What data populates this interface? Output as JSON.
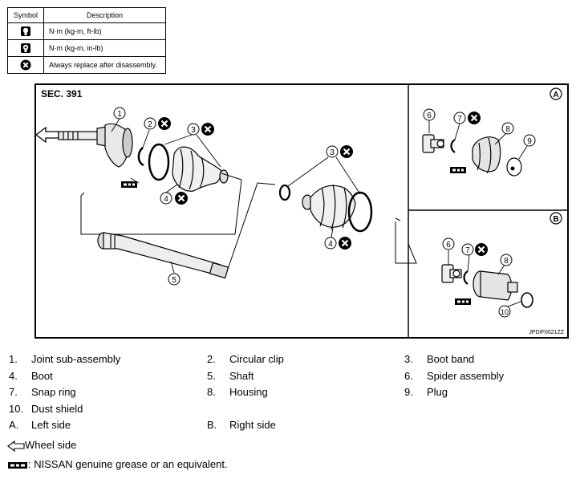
{
  "legend": {
    "header_symbol": "Symbol",
    "header_description": "Description",
    "rows": [
      {
        "icon": "torque-wrench-icon",
        "description": "N·m (kg-m, ft-lb)"
      },
      {
        "icon": "torque-wrench-small-icon",
        "description": "N·m (kg-m, in-lb)"
      },
      {
        "icon": "replace-x-icon",
        "description": "Always replace after disassembly."
      }
    ]
  },
  "diagram": {
    "section": "SEC. 391",
    "panel_a": "A",
    "panel_b": "B",
    "code": "JPDIF0021ZZ",
    "callouts": {
      "c1": "1",
      "c2": "2",
      "c3a": "3",
      "c3b": "3",
      "c4a": "4",
      "c4b": "4",
      "c5": "5",
      "c6a": "6",
      "c6b": "6",
      "c7a": "7",
      "c7b": "7",
      "c8a": "8",
      "c8b": "8",
      "c9": "9",
      "c10": "10"
    }
  },
  "parts": [
    {
      "num": "1.",
      "name": "Joint sub-assembly"
    },
    {
      "num": "2.",
      "name": "Circular clip"
    },
    {
      "num": "3.",
      "name": "Boot band"
    },
    {
      "num": "4.",
      "name": "Boot"
    },
    {
      "num": "5.",
      "name": "Shaft"
    },
    {
      "num": "6.",
      "name": "Spider assembly"
    },
    {
      "num": "7.",
      "name": "Snap ring"
    },
    {
      "num": "8.",
      "name": "Housing"
    },
    {
      "num": "9.",
      "name": "Plug"
    },
    {
      "num": "10.",
      "name": "Dust shield"
    },
    {
      "num": "A.",
      "name": "Left side"
    },
    {
      "num": "B.",
      "name": "Right side"
    }
  ],
  "notes": {
    "wheel_side": "Wheel side",
    "grease": ": NISSAN genuine grease or an equivalent."
  }
}
